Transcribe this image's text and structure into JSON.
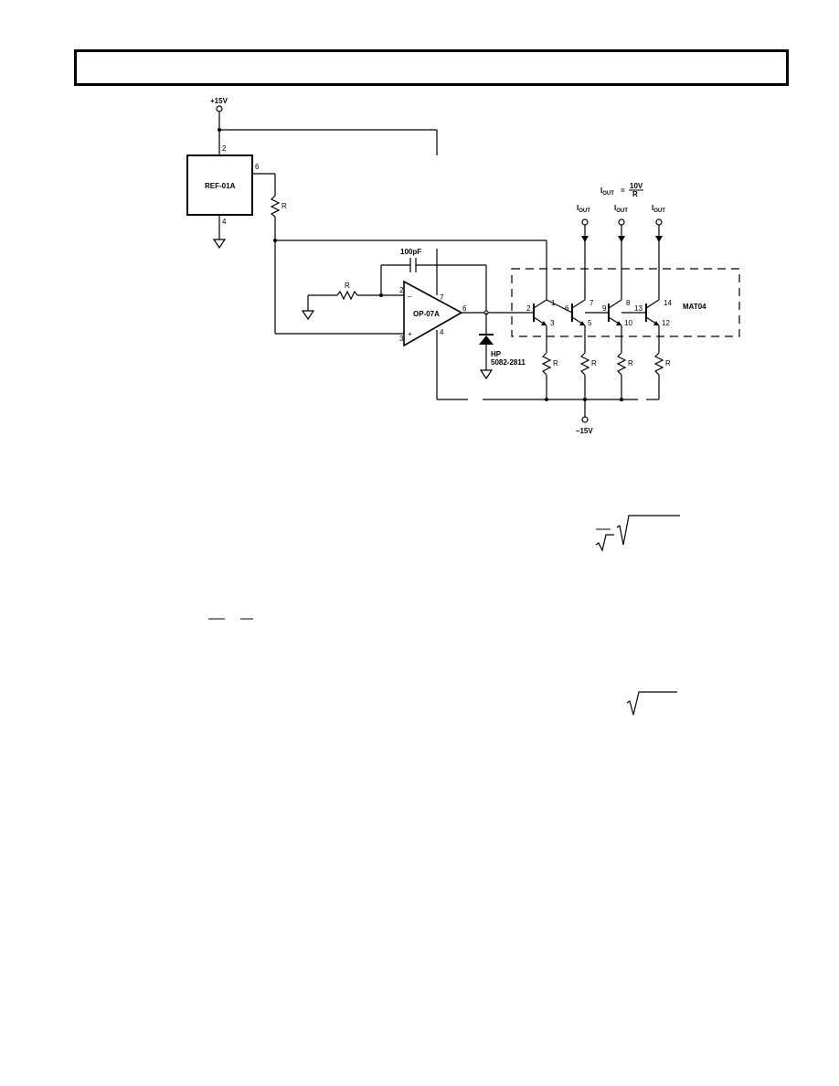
{
  "labels": {
    "vplus": "+15V",
    "vminus": "–15V",
    "ref_name": "REF-01A",
    "ref_pin2": "2",
    "ref_pin6": "6",
    "ref_pin4": "4",
    "r_ref": "R",
    "r_in": "R",
    "cap": "100pF",
    "opamp_name": "OP-07A",
    "op_pin2": "2",
    "op_minus": "–",
    "op_pin3": "3",
    "op_plus": "+",
    "op_pin7": "7",
    "op_pin6": "6",
    "op_pin4": "4",
    "diode_name": "HP",
    "diode_part": "5082-2811",
    "mat_name": "MAT04",
    "iout_formula_lhs": "I",
    "iout_formula_sub": "OUT",
    "iout_formula_eq": "=",
    "iout_formula_num": "10V",
    "iout_formula_den": "R",
    "iout1": "I",
    "iout1_sub": "OUT",
    "iout2": "I",
    "iout2_sub": "OUT",
    "iout3": "I",
    "iout3_sub": "OUT",
    "q_pin2": "2",
    "q_pin1": "1",
    "q_pin3": "3",
    "q_pin6": "6",
    "q_pin7": "7",
    "q_pin5": "5",
    "q_pin9": "9",
    "q_pin8": "8",
    "q_pin10": "10",
    "q_pin13": "13",
    "q_pin14": "14",
    "q_pin12": "12",
    "r_e1": "R",
    "r_e2": "R",
    "r_e3": "R",
    "r_e4": "R"
  }
}
